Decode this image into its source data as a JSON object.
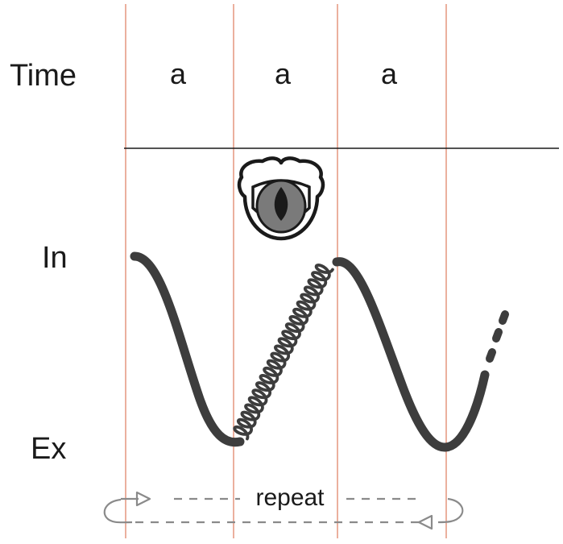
{
  "labels": {
    "time": "Time",
    "inhale": "In",
    "exhale": "Ex",
    "repeat": "repeat"
  },
  "beats": [
    "a",
    "a",
    "a"
  ],
  "icons": {
    "mouth": "open-mouth-icon",
    "loop_left": "loop-arrow-left-icon",
    "loop_right": "loop-arrow-right-icon"
  },
  "colors": {
    "grid_line": "#e0856a",
    "curve": "#3d3d3d",
    "text": "#1a1a1a",
    "mouth_grey": "#7a7a7a"
  }
}
